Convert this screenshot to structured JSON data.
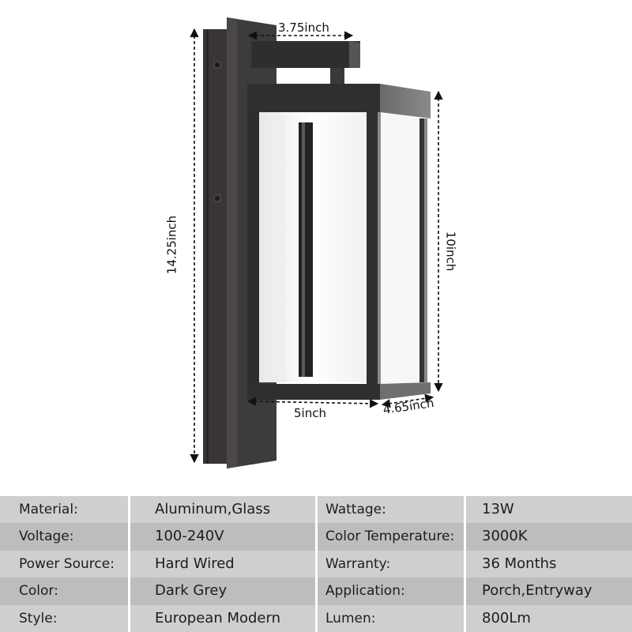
{
  "dimensions": {
    "arm_width": "3.75inch",
    "total_height": "14.25inch",
    "lantern_height": "10inch",
    "lantern_width": "5inch",
    "lantern_depth": "4.65inch"
  },
  "product": {
    "icon": "wall-lantern-image",
    "frame_color": "#2b2b2b",
    "backplate_color": "#332f2f",
    "glass_color": "#f4f4f4"
  },
  "specs": {
    "row_colors": [
      "#cfcfcf",
      "#bdbdbd"
    ],
    "divider_color": "#ffffff",
    "rows": [
      {
        "left_label": "Material:",
        "left_value": "Aluminum,Glass",
        "right_label": "Wattage:",
        "right_value": "13W"
      },
      {
        "left_label": "Voltage:",
        "left_value": "100-240V",
        "right_label": "Color Temperature:",
        "right_value": "3000K"
      },
      {
        "left_label": "Power Source:",
        "left_value": "Hard Wired",
        "right_label": "Warranty:",
        "right_value": "36 Months"
      },
      {
        "left_label": "Color:",
        "left_value": "Dark Grey",
        "right_label": "Application:",
        "right_value": "Porch,Entryway"
      },
      {
        "left_label": "Style:",
        "left_value": "European Modern",
        "right_label": "Lumen:",
        "right_value": "800Lm"
      }
    ]
  }
}
